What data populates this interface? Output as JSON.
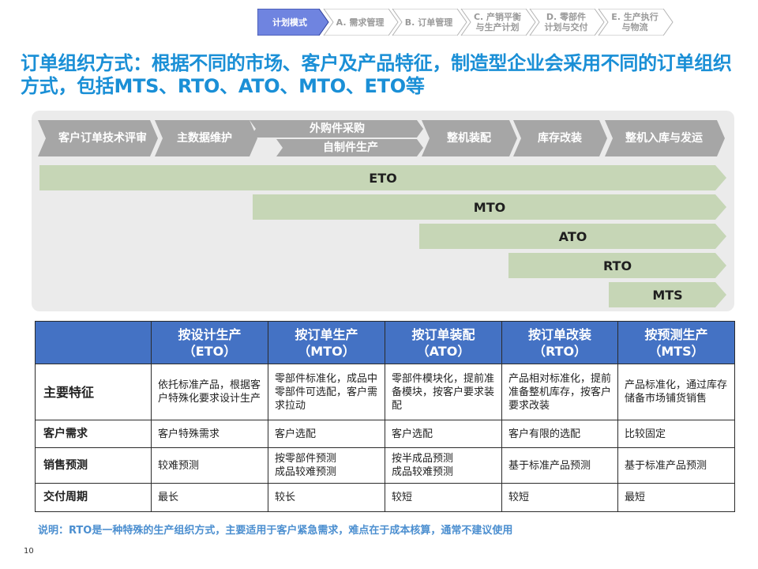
{
  "nav": {
    "items": [
      {
        "label": "计划模式",
        "active": true
      },
      {
        "label": "A. 需求管理",
        "active": false
      },
      {
        "label": "B. 订单管理",
        "active": false
      },
      {
        "label": "C. 产销平衡\n与生产计划",
        "active": false
      },
      {
        "label": "D. 零部件\n计划与交付",
        "active": false
      },
      {
        "label": "E. 生产执行\n与物流",
        "active": false
      }
    ]
  },
  "title": "订单组织方式：根据不同的市场、客户及产品特征，制造型企业会采用不同的订单组织方式，包括MTS、RTO、ATO、MTO、ETO等",
  "process": {
    "steps": {
      "review": "客户订单技术评审",
      "masterdata": "主数据维护",
      "purchase": "外购件采购",
      "selfmade": "自制件生产",
      "assembly": "整机装配",
      "modify": "库存改装",
      "ship": "整机入库与发运"
    },
    "modes": [
      "ETO",
      "MTO",
      "ATO",
      "RTO",
      "MTS"
    ]
  },
  "table": {
    "headers": [
      "",
      "按设计生产\n（ETO）",
      "按订单生产\n（MTO）",
      "按订单装配\n（ATO）",
      "按订单改装\n（RTO）",
      "按预测生产\n（MTS）"
    ],
    "rows": [
      {
        "label": "主要特征",
        "cells": [
          "依托标准产品，根据客户特殊化要求设计生产",
          "零部件标准化，成品中零部件可选配，客户需求拉动",
          "零部件模块化，提前准备模块，按客户要求装配",
          "产品相对标准化，提前准备整机库存，按客户要求改装",
          "产品标准化，通过库存储备市场铺货销售"
        ]
      },
      {
        "label": "客户需求",
        "cells": [
          "客户特殊需求",
          "客户选配",
          "客户选配",
          "客户有限的选配",
          "比较固定"
        ]
      },
      {
        "label": "销售预测",
        "cells": [
          "较难预测",
          "按零部件预测\n成品较难预测",
          "按半成品预测\n成品较难预测",
          "基于标准产品预测",
          "基于标准产品预测"
        ]
      },
      {
        "label": "交付周期",
        "cells": [
          "最长",
          "较长",
          "较短",
          "较短",
          "最短"
        ]
      }
    ]
  },
  "note": "说明：RTO是一种特殊的生产组织方式，主要适用于客户紧急需求，难点在于成本核算，通常不建议使用",
  "page_number": "10",
  "colors": {
    "title": "#1a8fd6",
    "step": "#a6a6a6",
    "mode_bar": "#c6d6b6",
    "table_header": "#4472c4",
    "nav_active": "#6f84e0",
    "note": "#4c8fd0"
  }
}
